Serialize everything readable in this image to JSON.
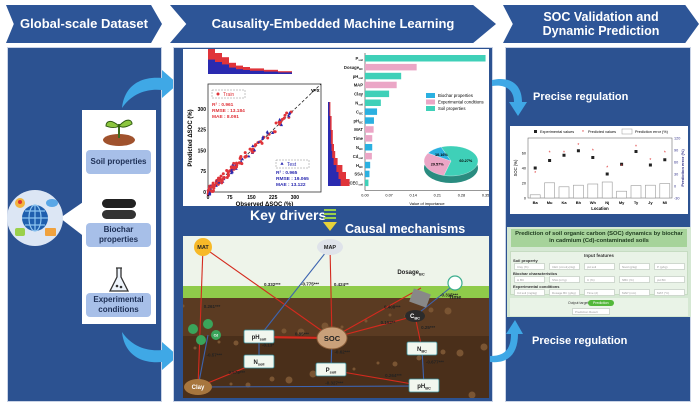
{
  "headers": {
    "col1": "Global-scale Dataset",
    "col2": "Causality-Embedded Machine Learning",
    "col3": "SOC Validation and Dynamic Prediction"
  },
  "dataset": {
    "items": [
      {
        "label": "Soil properties",
        "icon": "soil-sprout-icon"
      },
      {
        "label": "Biochar properties",
        "icon": "biochar-logs-icon"
      },
      {
        "label": "Experimental conditions",
        "icon": "flask-icon"
      }
    ],
    "hub_icon": "global-network-icon"
  },
  "scatter": {
    "xlabel": "Observed ΔSOC (%)",
    "ylabel": "Predicted ΔSOC (%)",
    "ticks": [
      "0",
      "75",
      "150",
      "225",
      "300"
    ],
    "identity_label": "y=x",
    "train": {
      "label": "Train",
      "r2": "R² : 0.961",
      "rmse": "RMSE : 13.184",
      "mae": "MAE : 8.091",
      "color": "#e0343a"
    },
    "test": {
      "label": "Test",
      "r2": "R² : 0.965",
      "rmse": "RMSE : 19.065",
      "mae": "MAE : 13.122",
      "color": "#2a2ab0"
    }
  },
  "importance": {
    "xlabel": "Value of importance",
    "xticks": [
      "0.00",
      "0.07",
      "0.14",
      "0.21",
      "0.28",
      "0.35"
    ],
    "xmax": 0.36,
    "features": [
      {
        "main": "P",
        "sub": "soil",
        "value": 0.35,
        "group": "soil"
      },
      {
        "main": "Dosage",
        "sub": "BC",
        "value": 0.15,
        "group": "exp"
      },
      {
        "main": "pH",
        "sub": "soil",
        "value": 0.105,
        "group": "soil"
      },
      {
        "main": "MAP",
        "sub": "",
        "value": 0.092,
        "group": "exp"
      },
      {
        "main": "Clay",
        "sub": "",
        "value": 0.07,
        "group": "soil"
      },
      {
        "main": "N",
        "sub": "soil",
        "value": 0.046,
        "group": "soil"
      },
      {
        "main": "C",
        "sub": "BC",
        "value": 0.035,
        "group": "bc"
      },
      {
        "main": "pH",
        "sub": "BC",
        "value": 0.026,
        "group": "bc"
      },
      {
        "main": "MAT",
        "sub": "",
        "value": 0.025,
        "group": "exp"
      },
      {
        "main": "Time",
        "sub": "",
        "value": 0.021,
        "group": "exp"
      },
      {
        "main": "N",
        "sub": "BC",
        "value": 0.021,
        "group": "bc"
      },
      {
        "main": "Cd",
        "sub": "soil",
        "value": 0.02,
        "group": "exp"
      },
      {
        "main": "H",
        "sub": "BC",
        "value": 0.015,
        "group": "bc"
      },
      {
        "main": "SSA",
        "sub": "",
        "value": 0.013,
        "group": "bc"
      },
      {
        "main": "CEC",
        "sub": "soil",
        "value": 0.01,
        "group": "soil"
      }
    ],
    "legend": [
      {
        "key": "bc",
        "label": "Biochar properties",
        "color": "#2bb0e0"
      },
      {
        "key": "exp",
        "label": "Experimental conditions",
        "color": "#eba6c6"
      },
      {
        "key": "soil",
        "label": "Soil properties",
        "color": "#3fd0b8"
      }
    ],
    "pie": [
      {
        "key": "soil",
        "label": "60.27%",
        "value": 60.27
      },
      {
        "key": "exp",
        "label": "29.57%",
        "value": 29.57
      },
      {
        "key": "bc",
        "label": "10.16%",
        "value": 10.16
      }
    ]
  },
  "key_drivers": "Key drivers",
  "causal_title": "Causal mechanisms",
  "causal": {
    "nodes": [
      {
        "id": "MAT",
        "main": "MAT",
        "sub": ""
      },
      {
        "id": "MAP",
        "main": "MAP",
        "sub": ""
      },
      {
        "id": "Dosage",
        "main": "Dosage",
        "sub": "BC"
      },
      {
        "id": "Time",
        "main": "Time",
        "sub": ""
      },
      {
        "id": "CBC",
        "main": "C",
        "sub": "BC"
      },
      {
        "id": "pHsoil",
        "main": "pH",
        "sub": "soil"
      },
      {
        "id": "SOC",
        "main": "SOC",
        "sub": ""
      },
      {
        "id": "Nsoil",
        "main": "N",
        "sub": "soil"
      },
      {
        "id": "Psoil",
        "main": "P",
        "sub": "soil"
      },
      {
        "id": "NBC",
        "main": "N",
        "sub": "BC"
      },
      {
        "id": "pHBC",
        "main": "pH",
        "sub": "BC"
      },
      {
        "id": "Clay",
        "main": "Clay",
        "sub": ""
      },
      {
        "id": "Cd",
        "main": "Cd",
        "sub": ""
      }
    ],
    "edges": [
      {
        "from": "MAT",
        "to": "Clay",
        "label": "0.261***",
        "sign": "pos"
      },
      {
        "from": "MAT",
        "to": "SOC",
        "label": "0.332***",
        "sign": "pos"
      },
      {
        "from": "MAP",
        "to": "pHsoil",
        "label": "-0.775***",
        "sign": "neg"
      },
      {
        "from": "MAP",
        "to": "SOC",
        "label": "0.424**",
        "sign": "pos"
      },
      {
        "from": "Dosage",
        "to": "SOC",
        "label": "0.408***",
        "sign": "pos"
      },
      {
        "from": "CBC",
        "to": "SOC",
        "label": "0.152**",
        "sign": "pos"
      },
      {
        "from": "pHsoil",
        "to": "SOC",
        "label": "0.85***",
        "sign": "pos"
      },
      {
        "from": "pHsoil",
        "to": "Nsoil",
        "label": "-0.13*",
        "sign": "neg"
      },
      {
        "from": "Psoil",
        "to": "SOC",
        "label": "-0.62***",
        "sign": "neg"
      },
      {
        "from": "CBC",
        "to": "NBC",
        "label": "0.25***",
        "sign": "pos"
      },
      {
        "from": "NBC",
        "to": "pHBC",
        "label": "-0.677***",
        "sign": "neg"
      },
      {
        "from": "pHBC",
        "to": "Psoil",
        "label": "0.264***",
        "sign": "pos"
      },
      {
        "from": "pHBC",
        "to": "Clay",
        "label": "-0.327***",
        "sign": "neg"
      },
      {
        "from": "Clay",
        "to": "Nsoil",
        "label": "0.579***",
        "sign": "pos"
      },
      {
        "from": "Cd",
        "to": "Clay",
        "label": "-0.57***",
        "sign": "neg"
      },
      {
        "from": "Time",
        "to": "CBC",
        "label": "-0.315***",
        "sign": "neg"
      }
    ]
  },
  "regulation_top": "Precise regulation",
  "regulation_bottom": "Precise regulation",
  "validation": {
    "legend": [
      "Experimental values",
      "Predicted values",
      "Prediction error (%)"
    ],
    "ylabel": "SOC (%)",
    "y2label": "Prediction error (%)",
    "xlabel": "Location",
    "yticks": [
      "0",
      "20",
      "40",
      "60"
    ],
    "y2ticks": [
      "-30",
      "0",
      "30",
      "60",
      "90",
      "120"
    ],
    "locations": [
      "Ba",
      "Mu",
      "Ka",
      "Bh",
      "Wh",
      "Nj",
      "My",
      "Ty",
      "Jy",
      "Ml"
    ],
    "experimental": [
      40,
      50,
      57,
      63,
      54,
      32,
      45,
      62,
      44,
      51
    ],
    "predicted": [
      33,
      60,
      60,
      70,
      63,
      40,
      42,
      68,
      50,
      60
    ],
    "error": [
      -22,
      8,
      -2,
      2,
      5,
      10,
      -13,
      1,
      2,
      6
    ]
  },
  "app": {
    "title": "Prediction of soil organic carbon (SOC) dynamics by biochar in cadmium (Cd)-contaminated soils",
    "input_title": "Input features",
    "groups": [
      {
        "label": "Soil property",
        "fields": [
          "Clay (%)",
          "CEC (cmol(+)/kg)",
          "pH soil",
          "Nsoil (g/kg)",
          "P (g/kg)"
        ]
      },
      {
        "label": "Biochar characteristics",
        "fields": [
          "H BC",
          "SSA (m²/g)",
          "C (%)",
          "NBC (%)",
          "pH BC"
        ]
      },
      {
        "label": "Experimental conditions",
        "fields": [
          "Cd soil (mg/kg)",
          "Dosage BC (g/kg)",
          "Time (d)",
          "MAP (mm)",
          "MAT (°C)"
        ]
      }
    ],
    "output_label": "Output targets",
    "predict_button": "Prediction",
    "result_placeholder": "Prediction Result"
  }
}
